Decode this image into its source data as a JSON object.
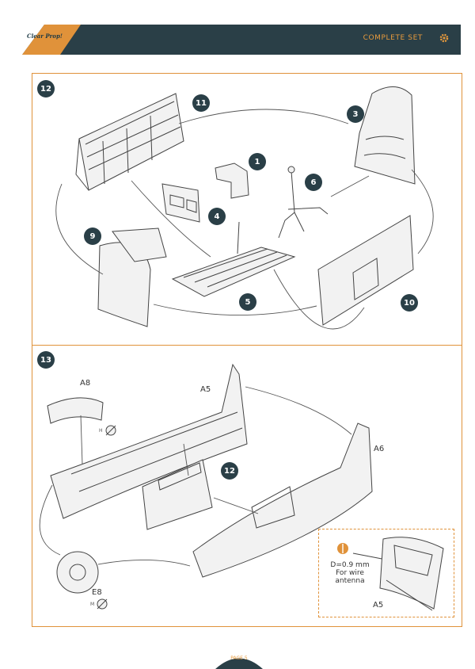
{
  "header": {
    "logo_text": "Clear Prop!",
    "title": "COMPLETE SET",
    "icon": "gear-icon"
  },
  "steps": [
    {
      "number": "12",
      "parts": [
        "1",
        "3",
        "4",
        "5",
        "6",
        "9",
        "10",
        "11"
      ]
    },
    {
      "number": "13",
      "part_ref": "12",
      "labels": {
        "a8": "A8",
        "a5_top": "A5",
        "a6": "A6",
        "e8": "E8",
        "h": "H",
        "m": "M"
      },
      "callout": {
        "drill_note_1": "D=0.9 mm",
        "drill_note_2": "For wire",
        "drill_note_3": "antenna",
        "part": "A5"
      }
    }
  ],
  "footer": {
    "page": "PAGE 5"
  },
  "colors": {
    "accent": "#e0923a",
    "dark": "#2a3f47"
  }
}
